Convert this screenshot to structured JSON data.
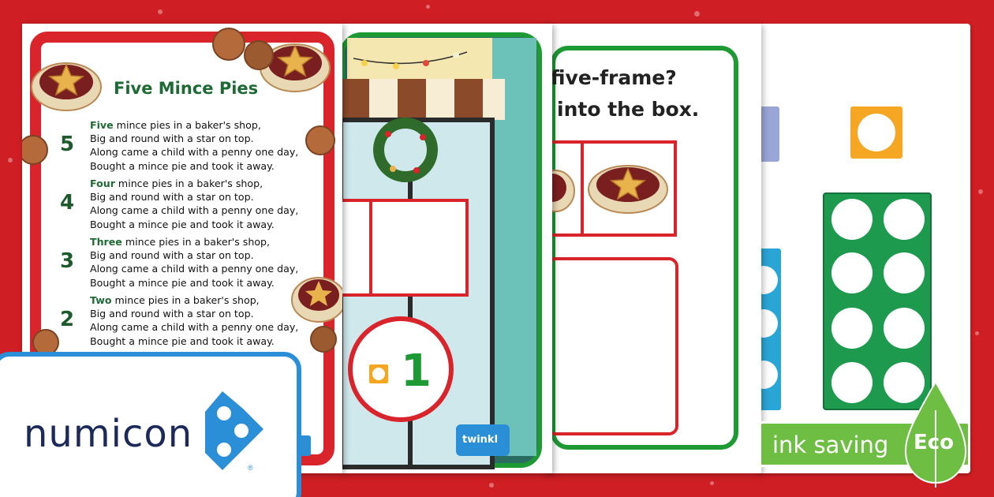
{
  "poem": {
    "title": "Five Mince Pies",
    "verses": [
      {
        "number": "5",
        "word": "Five",
        "line1_rest": " mince pies in a baker's shop,",
        "line2": "Big and round with a star on top.",
        "line3": "Along came a child with a penny one day,",
        "line4": "Bought a mince pie and took it away."
      },
      {
        "number": "4",
        "word": "Four",
        "line1_rest": " mince pies in a baker's shop,",
        "line2": "Big and round with a star on top.",
        "line3": "Along came a child with a penny one day,",
        "line4": "Bought a mince pie and took it away."
      },
      {
        "number": "3",
        "word": "Three",
        "line1_rest": " mince pies in a baker's shop,",
        "line2": "Big and round with a star on top.",
        "line3": "Along came a child with a penny one day,",
        "line4": "Bought a mince pie and took it away."
      },
      {
        "number": "2",
        "word": "Two",
        "line1_rest": " mince pies in a baker's shop,",
        "line2": "Big and round with a star on top.",
        "line3": "Along came a child with a penny one day,",
        "line4": "Bought a mince pie and took it away."
      }
    ]
  },
  "shop_card": {
    "count": "1",
    "logo": "twinkl"
  },
  "worksheet": {
    "line1": "five-frame?",
    "line2": "into the box."
  },
  "brand": {
    "name": "numicon",
    "reg": "®"
  },
  "eco": {
    "label": "ink saving",
    "badge": "Eco"
  },
  "colors": {
    "background": "#cf1f24",
    "green": "#1e9a34",
    "red": "#d9242b",
    "orange": "#f5a623",
    "blue": "#2a8fd6",
    "eco": "#6fbe44"
  },
  "icons": [
    "mince-pie-icon",
    "penny-coin-icon",
    "wreath-icon",
    "numicon-shape-icon",
    "leaf-icon"
  ]
}
